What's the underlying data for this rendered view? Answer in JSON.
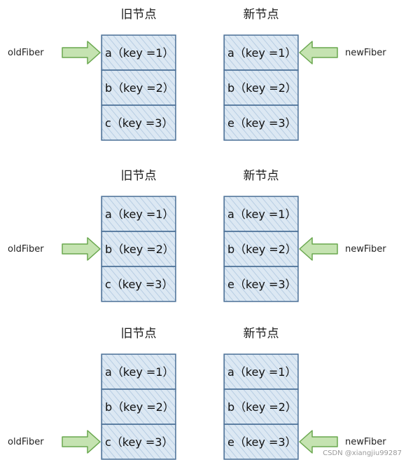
{
  "colors": {
    "cell_fill": "#dce8f3",
    "cell_hatch": "#b7cde3",
    "cell_border": "#4a6f96",
    "arrow_fill": "#c5e3b1",
    "arrow_stroke": "#6aa84f"
  },
  "titles": {
    "old": "旧节点",
    "new": "新节点"
  },
  "labels": {
    "old_pointer": "oldFiber",
    "new_pointer": "newFiber"
  },
  "steps": [
    {
      "old_nodes": [
        "a（key =1）",
        "b（key =2）",
        "c（key =3）"
      ],
      "new_nodes": [
        "a（key =1）",
        "b（key =2）",
        "e（key =3）"
      ],
      "old_pointer_index": 0,
      "new_pointer_index": 0
    },
    {
      "old_nodes": [
        "a（key =1）",
        "b（key =2）",
        "c（key =3）"
      ],
      "new_nodes": [
        "a（key =1）",
        "b（key =2）",
        "e（key =3）"
      ],
      "old_pointer_index": 1,
      "new_pointer_index": 1
    },
    {
      "old_nodes": [
        "a（key =1）",
        "b（key =2）",
        "c（key =3）"
      ],
      "new_nodes": [
        "a（key =1）",
        "b（key =2）",
        "e（key =3）"
      ],
      "old_pointer_index": 2,
      "new_pointer_index": 2
    }
  ],
  "watermark": "CSDN @xiangjiu99287"
}
